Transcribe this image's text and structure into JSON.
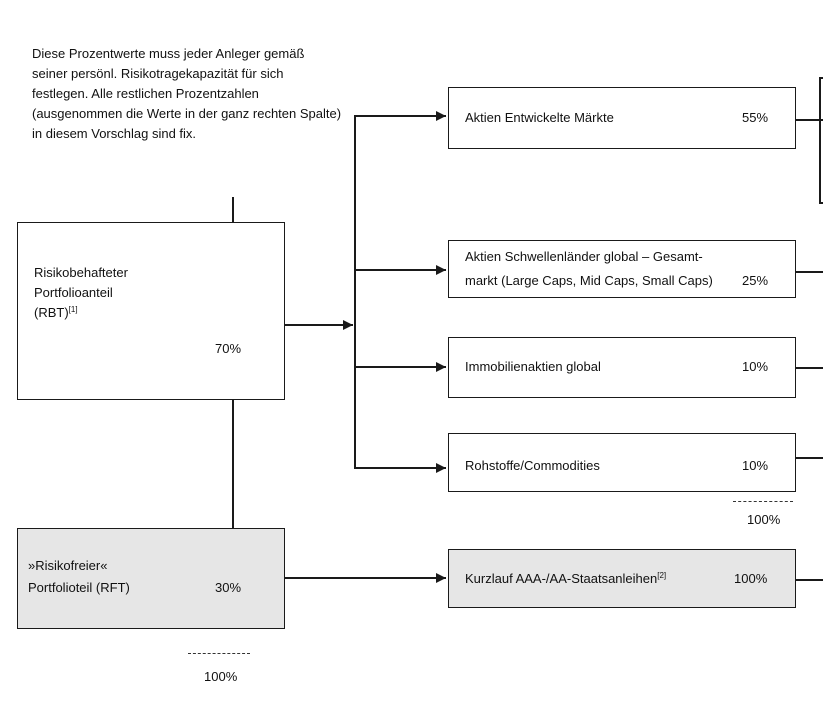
{
  "note": "Diese Prozentwerte muss jeder Anleger gemäß seiner persönl. Risikotragekapazität für sich festlegen. Alle restlichen Prozentzahlen (ausgenommen die Werte in der ganz rechten Spalte) in diesem Vorschlag sind fix.",
  "rbt": {
    "line1": "Risikobehafteter",
    "line2": "Portfolioanteil",
    "line3": "(RBT)",
    "sup": "[1]",
    "pct": "70%"
  },
  "rft": {
    "line1": "»Risikofreier«",
    "line2": "Portfolioteil (RFT)",
    "pct": "30%"
  },
  "left_total": "100%",
  "right_total": "100%",
  "items": [
    {
      "label": "Aktien Entwickelte Märkte",
      "pct": "55%"
    },
    {
      "label1": "Aktien Schwellenländer global – Gesamt-",
      "label2": "markt (Large Caps, Mid Caps, Small Caps)",
      "pct": "25%"
    },
    {
      "label": "Immobilienaktien global",
      "pct": "10%"
    },
    {
      "label": "Rohstoffe/Commodities",
      "pct": "10%"
    }
  ],
  "bond": {
    "label": "Kurzlauf AAA-/AA-Staatsanleihen",
    "sup": "[2]",
    "pct": "100%"
  },
  "colors": {
    "line": "#1a1a1a",
    "gray_fill": "#e6e6e6"
  }
}
